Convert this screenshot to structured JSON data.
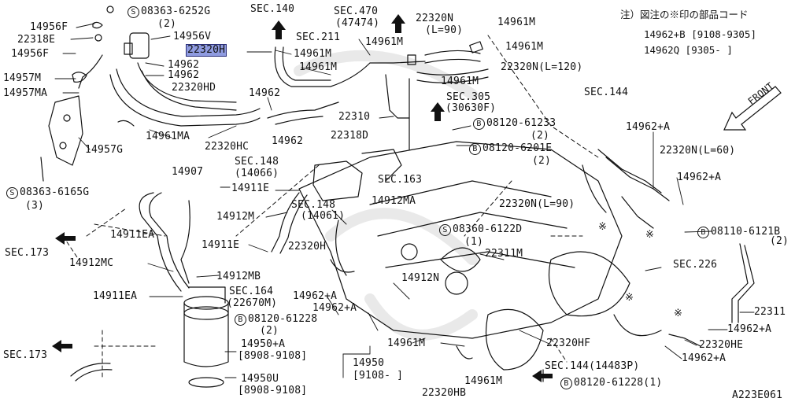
{
  "diagram_id": "A223E061",
  "note": {
    "title": "注）図注の※印の部品コード",
    "line1": "14962+B [9108-9305]",
    "line2": "14962Q [9305- ]"
  },
  "front_label": "FRONT",
  "labels": {
    "l14956f": "14956F",
    "l22318e": "22318E",
    "l14956f_b": "14956F",
    "l14957m": "14957M",
    "l14957ma": "14957MA",
    "l08363_6252g": "08363-6252G",
    "l08363_6252g_q": "(2)",
    "l14956v": "14956V",
    "l22320h_sel": "22320H",
    "l14962_a": "14962",
    "l14962_b": "14962",
    "l22320hd": "22320HD",
    "l14961ma": "14961MA",
    "l22320hc": "22320HC",
    "l14957g": "14957G",
    "l14962_c": "14962",
    "l14962_d": "14962",
    "l08363_6165g": "08363-6165G",
    "l08363_6165g_q": "(3)",
    "lsec140": "SEC.140",
    "lsec470": "SEC.470",
    "lsec470_sub": "(47474)",
    "lsec211": "SEC.211",
    "l14961m_a": "14961M",
    "l14961m_b": "14961M",
    "l14961m_c": "14961M",
    "l22320n_90_top": "22320N",
    "l22320n_90_top_sub": "(L=90)",
    "l14961m_d": "14961M",
    "l14961m_e": "14961M",
    "l22320n_120": "22320N(L=120)",
    "l14961m_f": "14961M",
    "lsec305": "SEC.305",
    "lsec305_sub": "(30630F)",
    "l22310": "22310",
    "l22318d": "22318D",
    "l08120_61233": "08120-61233",
    "l08120_61233_q": "(2)",
    "l08120_6201e": "08120-6201E",
    "l08120_6201e_q": "(2)",
    "lsec144_top": "SEC.144",
    "l14962a_top": "14962+A",
    "l22320n_60": "22320N(L=60)",
    "l14962a_r": "14962+A",
    "l14907": "14907",
    "lsec148_a": "SEC.148",
    "lsec148_a_sub": "(14066)",
    "l14911e_a": "14911E",
    "lsec163": "SEC.163",
    "l22320n_90_mid": "22320N(L=90)",
    "l14912m": "14912M",
    "lsec148_b": "SEC.148",
    "lsec148_b_sub": "(14061)",
    "l14912ma": "14912MA",
    "l08360_6122d": "08360-6122D",
    "l08360_6122d_q": "(1)",
    "l08110_6121b": "08110-6121B",
    "l08110_6121b_q": "(2)",
    "l14911ea_a": "14911EA",
    "lsec173_a": "SEC.173",
    "l14911e_b": "14911E",
    "l22320h_mid": "22320H",
    "l22311m": "22311M",
    "lsec226": "SEC.226",
    "l14912mc": "14912MC",
    "l14912mb": "14912MB",
    "l14912n": "14912N",
    "l14911ea_b": "14911EA",
    "lsec164": "SEC.164",
    "lsec164_sub": "(22670M)",
    "l14962a_m1": "14962+A",
    "l14962a_m2": "14962+A",
    "l22311": "22311",
    "l08120_61228": "08120-61228",
    "l08120_61228_q": "(2)",
    "l14962a_r2": "14962+A",
    "l14950a": "14950+A",
    "l14950a_d": "[8908-9108]",
    "l14950": "14950",
    "l14950_d": "[9108-   ]",
    "l14961m_g": "14961M",
    "l22320hf": "22320HF",
    "l22320he": "22320HE",
    "l14962a_r3": "14962+A",
    "lsec173_b": "SEC.173",
    "lsec144_b": "SEC.144(14483P)",
    "l14950u": "14950U",
    "l14950u_d": "[8908-9108]",
    "l14961m_h": "14961M",
    "l08120_61228_b": "08120-61228(1)",
    "l22320hb": "22320HB"
  },
  "symbols": {
    "s": "S",
    "b": "B",
    "asterisk": "※"
  }
}
